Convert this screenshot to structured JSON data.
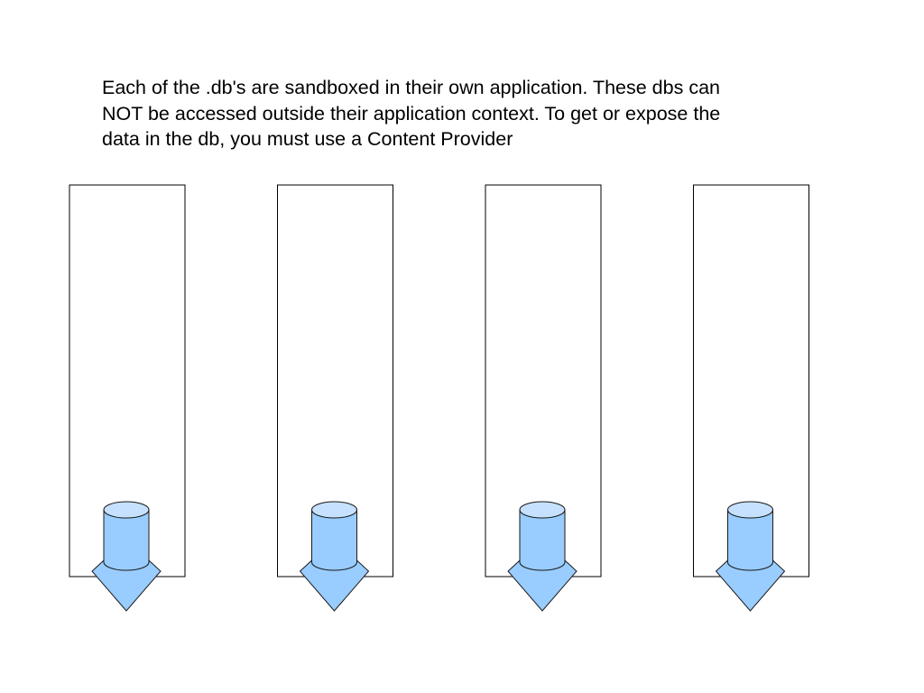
{
  "caption": {
    "lines": [
      "Each of the .db's are sandboxed in their own application. These dbs can",
      "NOT be accessed outside their application context. To get or expose the",
      "data in the db, you must use a Content Provider"
    ]
  },
  "app_containers": [
    {
      "id": 1
    },
    {
      "id": 2
    },
    {
      "id": 3
    },
    {
      "id": 4
    }
  ],
  "colors": {
    "container_border": "#000000",
    "container_fill": "#ffffff",
    "db_fill": "#99ccff",
    "db_top_fill": "#c5e1ff",
    "db_stroke": "#1a1a1a"
  }
}
